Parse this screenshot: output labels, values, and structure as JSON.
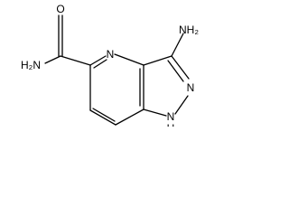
{
  "molecule": {
    "labels": {
      "amide_oxygen": "O",
      "amide_nh2": "H₂N",
      "ring_n4": "N",
      "amino_nh2": "NH₂",
      "ring_n2": "N",
      "ring_n1h": "N",
      "ring_n1_h": "H"
    },
    "colors": {
      "bond": "#000000",
      "text": "#000000",
      "background": "#ffffff"
    }
  }
}
